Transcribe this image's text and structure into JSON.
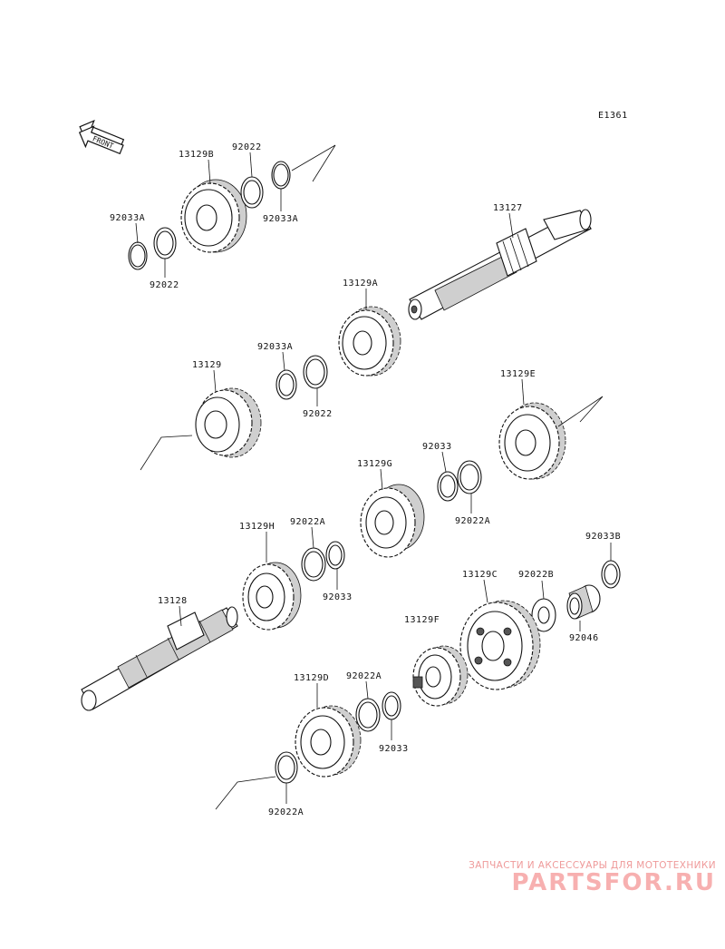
{
  "diagram_id": "E1361",
  "front_label": "FRONT",
  "labels": {
    "p13129B": "13129B",
    "p92022_top": "92022",
    "p92033A_left": "92033A",
    "p92022_left": "92022",
    "p92033A_right": "92033A",
    "p13127": "13127",
    "p13129A": "13129A",
    "p92033A_mid": "92033A",
    "p92022_mid": "92022",
    "p13129": "13129",
    "p13129E": "13129E",
    "p92033_g": "92033",
    "p13129G": "13129G",
    "p92022A_g": "92022A",
    "p13129H": "13129H",
    "p92022A_h": "92022A",
    "p92033_h": "92033",
    "p13128": "13128",
    "p92033B": "92033B",
    "p13129C": "13129C",
    "p92022B": "92022B",
    "p13129F": "13129F",
    "p92046": "92046",
    "p13129D": "13129D",
    "p92022A_d": "92022A",
    "p92033_d": "92033",
    "p92022A_bottom": "92022A"
  },
  "watermark": {
    "line1": "ЗАПЧАСТИ И АКСЕССУАРЫ ДЛЯ МОТОТЕХНИКИ",
    "line2": "PARTSFOR.RU"
  }
}
